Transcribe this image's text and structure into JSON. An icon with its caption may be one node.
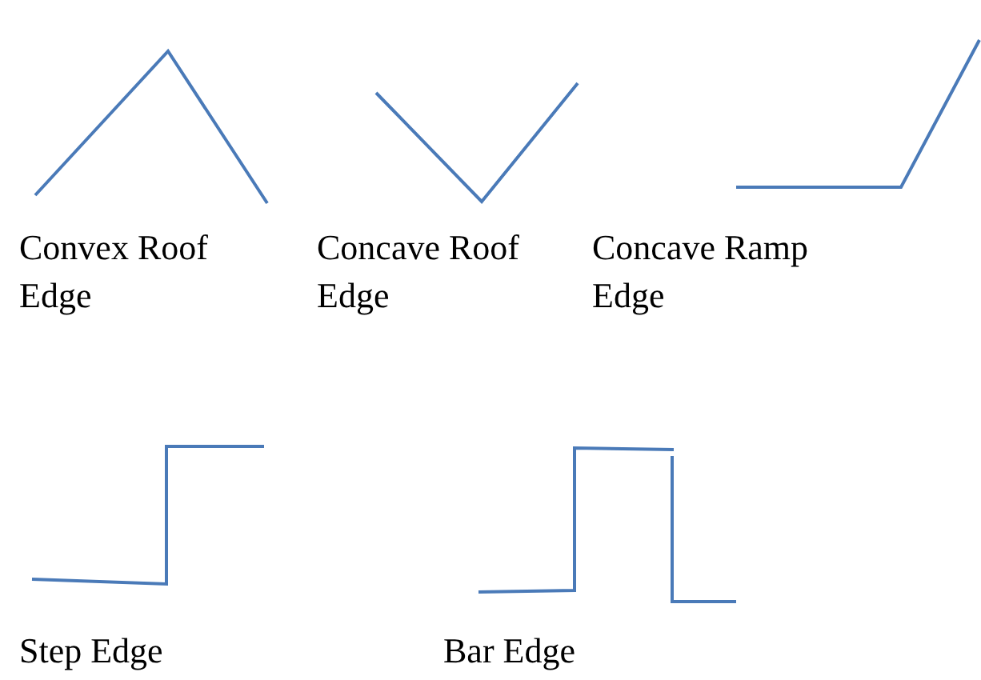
{
  "diagram": {
    "labels": [
      "Convex Roof Edge",
      "Concave Roof Edge",
      "Concave Ramp Edge",
      "Step Edge",
      "Bar Edge"
    ]
  }
}
